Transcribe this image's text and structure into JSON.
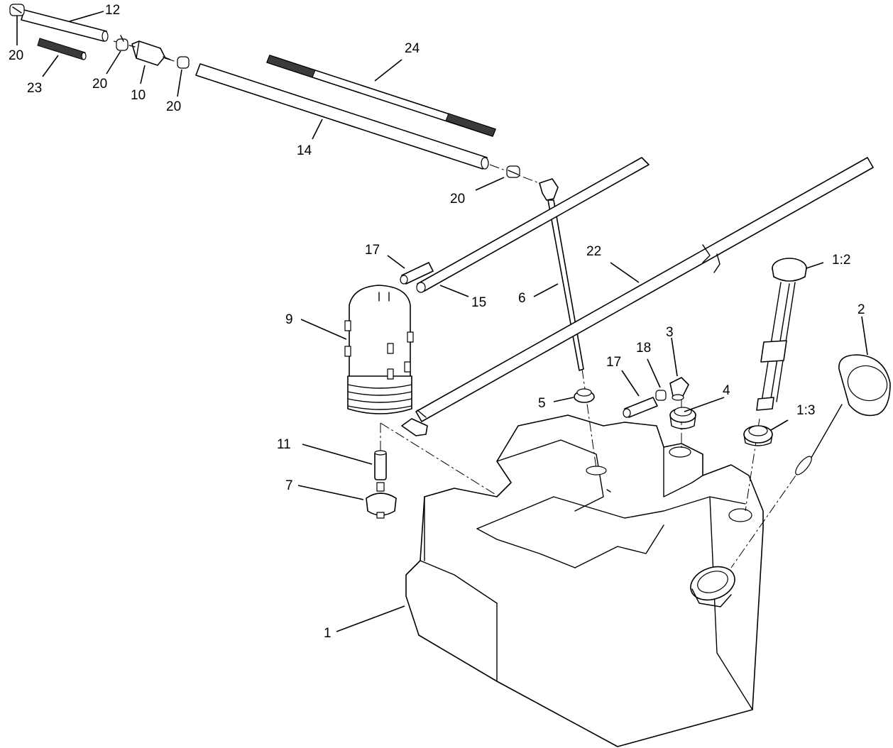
{
  "callouts": [
    {
      "id": "c12",
      "text": "12"
    },
    {
      "id": "c20a",
      "text": "20"
    },
    {
      "id": "c23",
      "text": "23"
    },
    {
      "id": "c20b",
      "text": "20"
    },
    {
      "id": "c10",
      "text": "10"
    },
    {
      "id": "c20c",
      "text": "20"
    },
    {
      "id": "c24",
      "text": "24"
    },
    {
      "id": "c14",
      "text": "14"
    },
    {
      "id": "c20d",
      "text": "20"
    },
    {
      "id": "c17a",
      "text": "17"
    },
    {
      "id": "c15",
      "text": "15"
    },
    {
      "id": "c22",
      "text": "22"
    },
    {
      "id": "c6",
      "text": "6"
    },
    {
      "id": "c1_2",
      "text": "1:2"
    },
    {
      "id": "c9",
      "text": "9"
    },
    {
      "id": "c2",
      "text": "2"
    },
    {
      "id": "c3",
      "text": "3"
    },
    {
      "id": "c18",
      "text": "18"
    },
    {
      "id": "c17b",
      "text": "17"
    },
    {
      "id": "c4",
      "text": "4"
    },
    {
      "id": "c5",
      "text": "5"
    },
    {
      "id": "c1_3",
      "text": "1:3"
    },
    {
      "id": "c11",
      "text": "11"
    },
    {
      "id": "c7",
      "text": "7"
    },
    {
      "id": "c1",
      "text": "1"
    }
  ]
}
